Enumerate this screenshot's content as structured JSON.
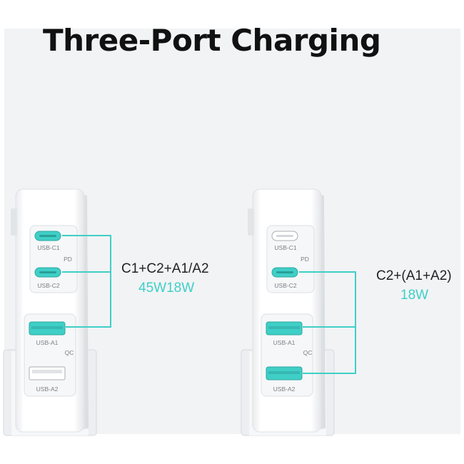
{
  "title": "Three-Port Charging",
  "colors": {
    "accent": "#3fcfc7",
    "background": "#f2f3f5",
    "charger_body": "#ffffff"
  },
  "chargers": [
    {
      "combo_label": "C1+C2+A1/A2",
      "watts_label": "45W18W",
      "ports": {
        "c1": "USB-C1",
        "c2": "USB-C2",
        "a1": "USB-A1",
        "a2": "USB-A2",
        "pd": "PD",
        "qc": "QC"
      },
      "active_ports": [
        "USB-C1",
        "USB-C2",
        "USB-A1"
      ]
    },
    {
      "combo_label": "C2+(A1+A2)",
      "watts_label": "18W",
      "ports": {
        "c1": "USB-C1",
        "c2": "USB-C2",
        "a1": "USB-A1",
        "a2": "USB-A2",
        "pd": "PD",
        "qc": "QC"
      },
      "active_ports": [
        "USB-C2",
        "USB-A1",
        "USB-A2"
      ]
    }
  ]
}
